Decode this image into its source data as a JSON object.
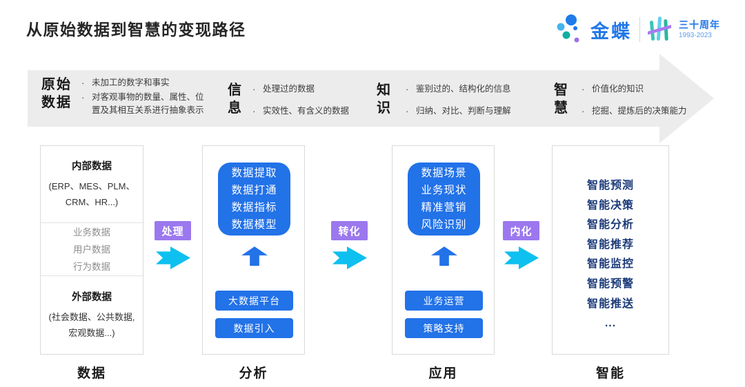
{
  "page": {
    "title": "从原始数据到智慧的变现路径"
  },
  "logo": {
    "brand": "金蝶",
    "anniversary": "三十周年",
    "years": "1993-2023"
  },
  "ui": {
    "bullet": "·"
  },
  "banner": {
    "stages": [
      {
        "line1": "原始",
        "line2": "数据",
        "bullets": [
          "未加工的数字和事实",
          "对客观事物的数量、属性、位置及其相互关系进行抽象表示"
        ]
      },
      {
        "line1": "信",
        "line2": "息",
        "bullets": [
          "处理过的数据",
          "实效性、有含义的数据"
        ]
      },
      {
        "line1": "知",
        "line2": "识",
        "bullets": [
          "鉴别过的、结构化的信息",
          "归纳、对比、判断与理解"
        ]
      },
      {
        "line1": "智",
        "line2": "慧",
        "bullets": [
          "价值化的知识",
          "挖掘、提炼后的决策能力"
        ]
      }
    ]
  },
  "connectors": {
    "c1": "处理",
    "c2": "转化",
    "c3": "内化"
  },
  "columns": {
    "data": {
      "internal_title": "内部数据",
      "internal_subtitle": "(ERP、MES、PLM、CRM、HR...)",
      "middle_items": [
        "业务数据",
        "用户数据",
        "行为数据"
      ],
      "external_title": "外部数据",
      "external_subtitle": "(社会数据、公共数据, 宏观数据...)",
      "footer": "数据"
    },
    "analysis": {
      "main_items": [
        "数据提取",
        "数据打通",
        "数据指标",
        "数据模型"
      ],
      "buttons": [
        "大数据平台",
        "数据引入"
      ],
      "footer": "分析"
    },
    "application": {
      "main_items": [
        "数据场景",
        "业务现状",
        "精准营销",
        "风险识别"
      ],
      "buttons": [
        "业务运营",
        "策略支持"
      ],
      "footer": "应用"
    },
    "intelligence": {
      "items": [
        "智能预测",
        "智能决策",
        "智能分析",
        "智能推荐",
        "智能监控",
        "智能预警",
        "智能推送",
        "..."
      ],
      "footer": "智能"
    }
  },
  "colors": {
    "accent_blue": "#2272e8",
    "navy_text": "#1b3a78",
    "label_purple": "#9b78ee",
    "arrow_cyan": "#0ec0f0",
    "banner_gray": "#ececec"
  }
}
